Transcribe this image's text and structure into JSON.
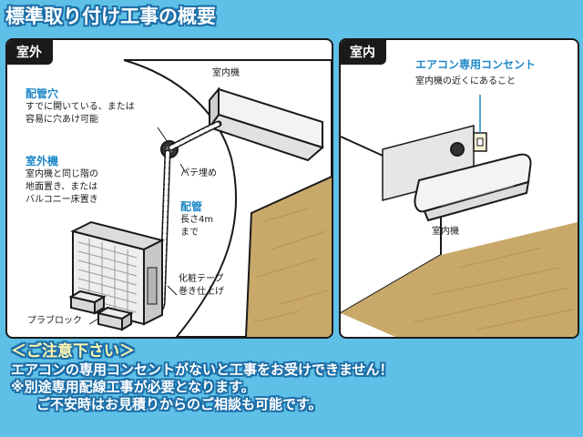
{
  "title": "標準取り付け工事の概要",
  "colors": {
    "background": "#5ec0e6",
    "accent_blue": "#1e88c7",
    "floor": "#c9a96a"
  },
  "outdoor": {
    "tag": "室外",
    "indoor_unit": "室内機",
    "pipe_hole": {
      "heading": "配管穴",
      "line1": "すでに開いている、または",
      "line2": "容易に穴あけ可能"
    },
    "outdoor_unit": {
      "heading": "室外機",
      "line1": "室内機と同じ階の",
      "line2": "地面置き、または",
      "line3": "バルコニー床置き"
    },
    "putty": "パテ埋め",
    "piping": {
      "heading": "配管",
      "line1": "長さ4m",
      "line2": "まで"
    },
    "tape": {
      "line1": "化粧テープ",
      "line2": "巻き仕上げ"
    },
    "block": "プラブロック"
  },
  "indoor": {
    "tag": "室内",
    "outlet": {
      "heading": "エアコン専用コンセント",
      "line1": "室内機の近くにあること"
    },
    "indoor_unit": "室内機"
  },
  "notes": {
    "heading": "＜ご注意下さい＞",
    "line1": "エアコンの専用コンセントがないと工事をお受けできません！",
    "line2": "※別途専用配線工事が必要となります。",
    "line3": "ご不安時はお見積りからのご相談も可能です。"
  },
  "icons": [
    "indoor-ac-unit",
    "outdoor-ac-unit",
    "pipe",
    "power-outlet",
    "plastic-block"
  ]
}
